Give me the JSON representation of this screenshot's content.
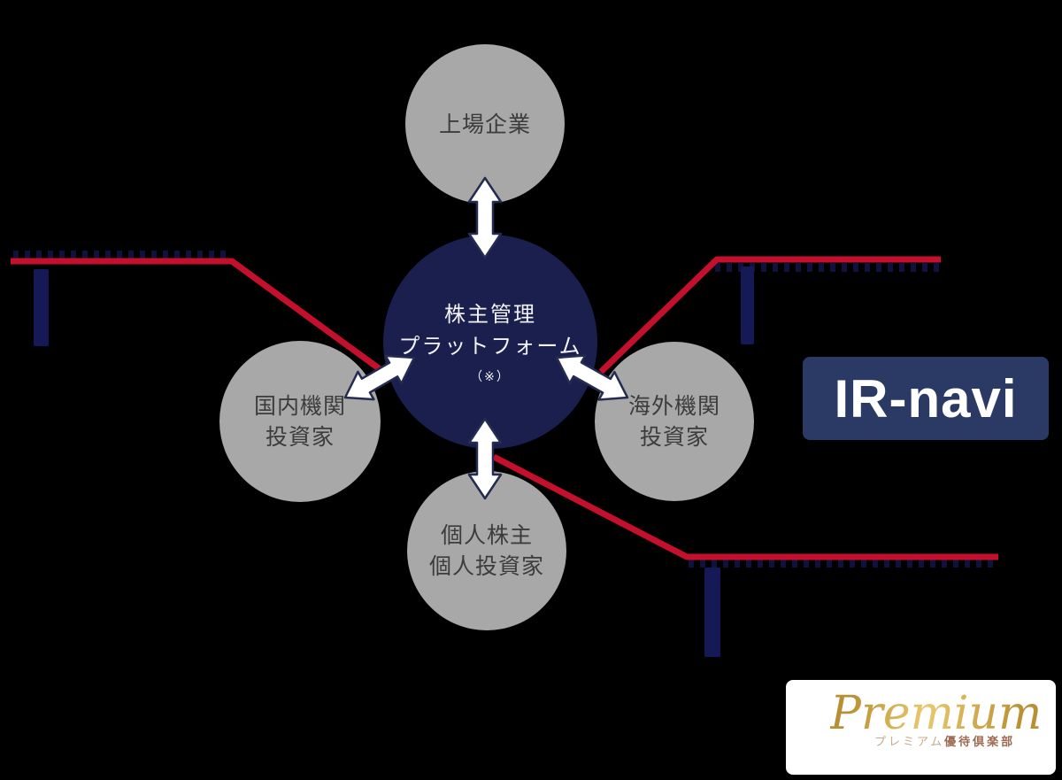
{
  "colors": {
    "background": "#000000",
    "red": "#c5102d",
    "navy_circle": "#1b1f4d",
    "navy_badge": "#2a3a64",
    "navy_bar": "#151a56",
    "arrow_outline": "#262b52",
    "gray_circle": "#a8a8a8",
    "node_text": "#3c3c3c",
    "center_text": "#f2f2f7",
    "gold": "#c89d42"
  },
  "center": {
    "line1": "株主管理",
    "line2": "プラットフォーム",
    "note": "（※）"
  },
  "nodes": {
    "top": {
      "label": "上場企業"
    },
    "left": {
      "line1": "国内機関",
      "line2": "投資家"
    },
    "right": {
      "line1": "海外機関",
      "line2": "投資家"
    },
    "bottom": {
      "line1": "個人株主",
      "line2": "個人投資家"
    }
  },
  "badges": {
    "ir_navi": "IR-navi",
    "premium_script": "Premium",
    "premium_subtext_light": "プレミアム",
    "premium_subtext_bold": "優待倶楽部"
  }
}
